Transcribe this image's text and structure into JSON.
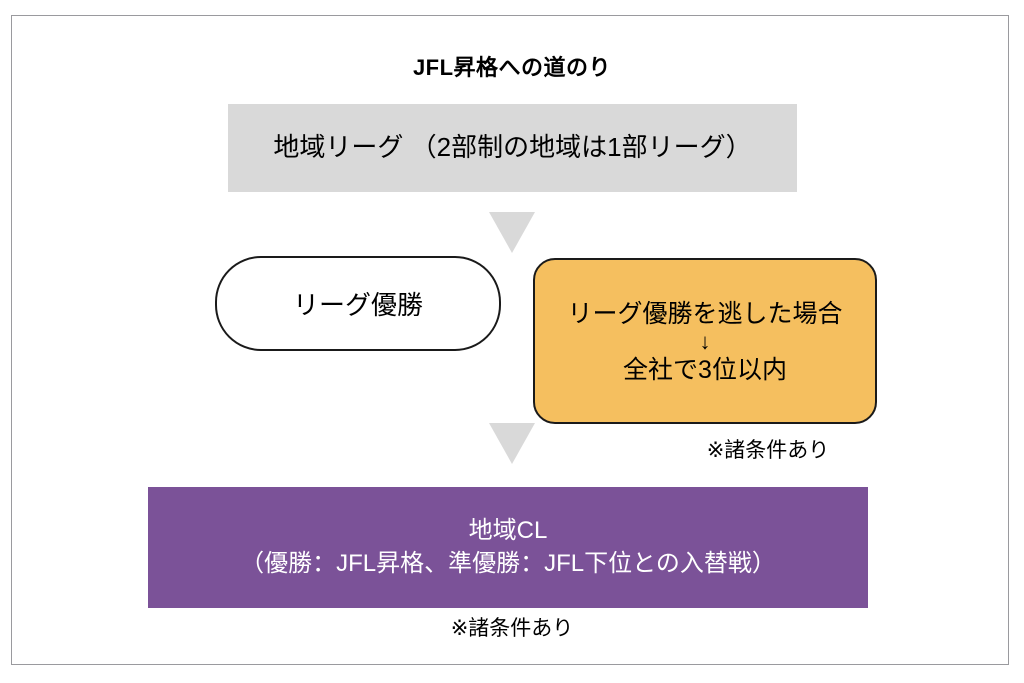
{
  "diagram": {
    "title": "JFL昇格への道のり",
    "league_box": {
      "text": "地域リーグ （2部制の地域は1部リーグ）",
      "color": "#d9d9d9"
    },
    "arrow_1": "down-triangle",
    "arrow_2": "down-triangle",
    "champion_box": {
      "text": "リーグ優勝",
      "fill": "#ffffff",
      "border": "#1a1a1a"
    },
    "runnerup_box": {
      "line_1": "リーグ優勝を逃した場合",
      "arrow": "↓",
      "line_2": "全社で3位以内",
      "fill": "#f5bf5f",
      "border": "#1a1a1a"
    },
    "note_1": "※諸条件あり",
    "cl_box": {
      "line_1": "地域CL",
      "line_2": "（優勝：JFL昇格、準優勝：JFL下位との入替戦）",
      "fill": "#7b5298",
      "text_color": "#ffffff"
    },
    "note_2": "※諸条件あり"
  }
}
